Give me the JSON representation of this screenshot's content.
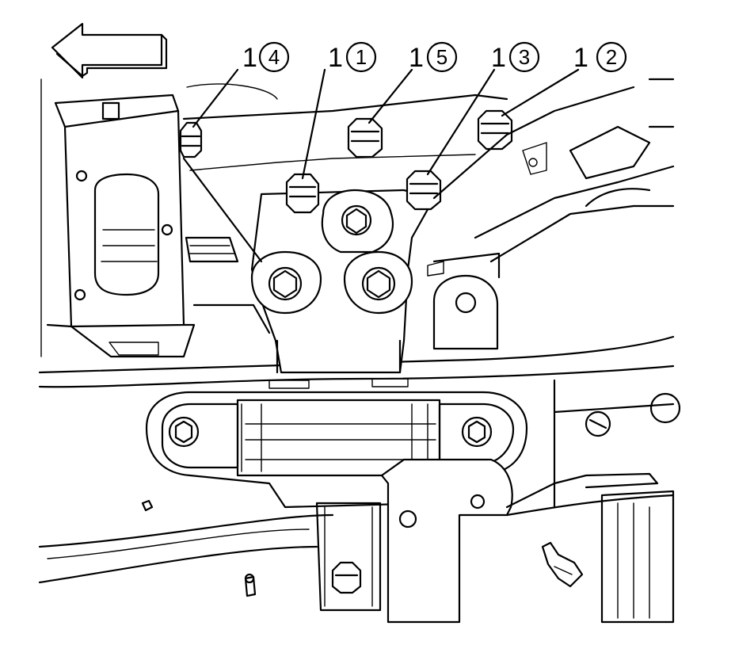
{
  "figure": {
    "direction_arrow": "arrow-left",
    "callouts": [
      {
        "id": "c4",
        "prefix": "1",
        "number": "4"
      },
      {
        "id": "c1",
        "prefix": "1",
        "number": "1"
      },
      {
        "id": "c5",
        "prefix": "1",
        "number": "5"
      },
      {
        "id": "c3",
        "prefix": "1",
        "number": "3"
      },
      {
        "id": "c2",
        "prefix": "1",
        "number": "2"
      }
    ],
    "colors": {
      "line": "#000000",
      "background": "#ffffff"
    }
  }
}
